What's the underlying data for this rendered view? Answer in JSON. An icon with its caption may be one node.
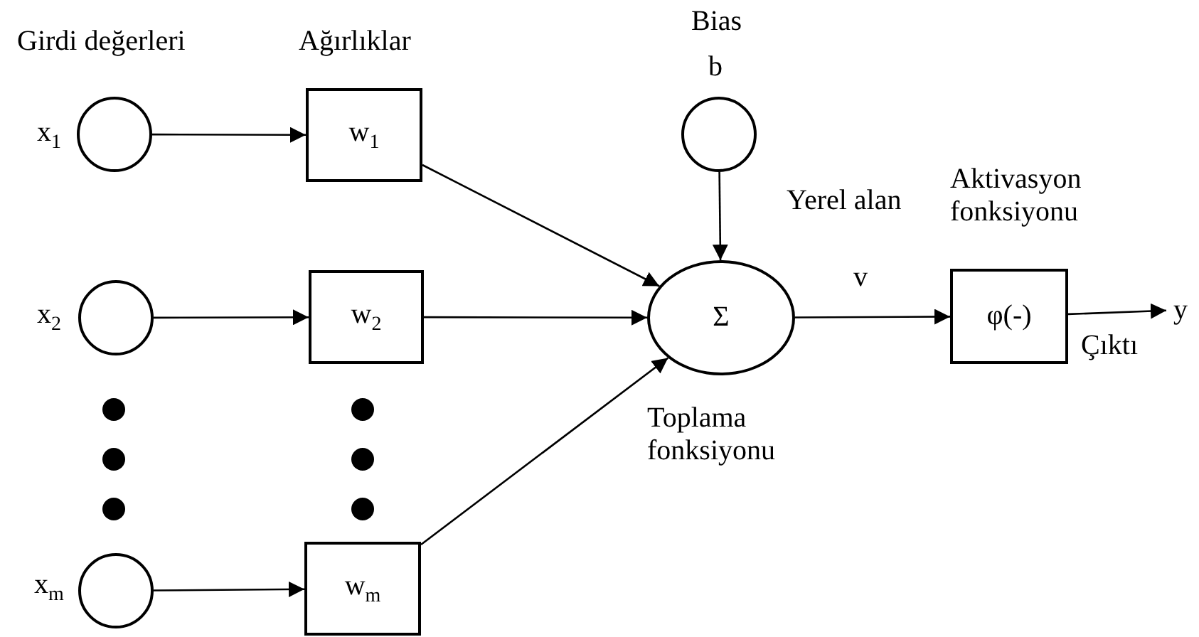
{
  "diagram": {
    "nodes": [
      {
        "text": [],
        "shape": "circle",
        "beside": [
          "x$_{1}$"
        ]
      },
      {
        "text": [
          "w$_{1}$"
        ]
      },
      {
        "text": [],
        "shape": "circle",
        "beside": [
          "x$_{2}$"
        ]
      },
      {
        "text": [
          "w$_{2}$"
        ]
      },
      {
        "text": [],
        "shape": "circle",
        "beside": [
          "x$_{m}$"
        ]
      },
      {
        "text": [
          "w$_{m}$"
        ]
      },
      {
        "text": [],
        "shape": "circle",
        "beside": [
          "Bias",
          "b"
        ]
      },
      {
        "text": [
          "Σ"
        ],
        "beside": [
          "Toplama fonksiyonu"
        ]
      },
      {
        "text": [
          "φ(-)"
        ],
        "beside": [
          "Aktivasyon fonksiyonu"
        ]
      },
      {
        "text": [
          "y"
        ]
      }
    ],
    "edges": [
      {
        "from": 0,
        "to": 1,
        "arrow": "to"
      },
      {
        "from": 2,
        "to": 3,
        "arrow": "to"
      },
      {
        "from": 4,
        "to": 5,
        "arrow": "to"
      },
      {
        "from": 1,
        "to": 7,
        "arrow": "to"
      },
      {
        "from": 3,
        "to": 7,
        "arrow": "to"
      },
      {
        "from": 5,
        "to": 7,
        "arrow": "to"
      },
      {
        "from": 6,
        "to": 7,
        "arrow": "to"
      },
      {
        "from": 7,
        "to": 8,
        "label": "v",
        "arrow": "to"
      },
      {
        "from": 8,
        "to": 9,
        "label": "Çıktı",
        "arrow": "to"
      }
    ],
    "labels": [
      "Girdi değerleri",
      "Ağırlıklar",
      "Yerel alan"
    ]
  }
}
